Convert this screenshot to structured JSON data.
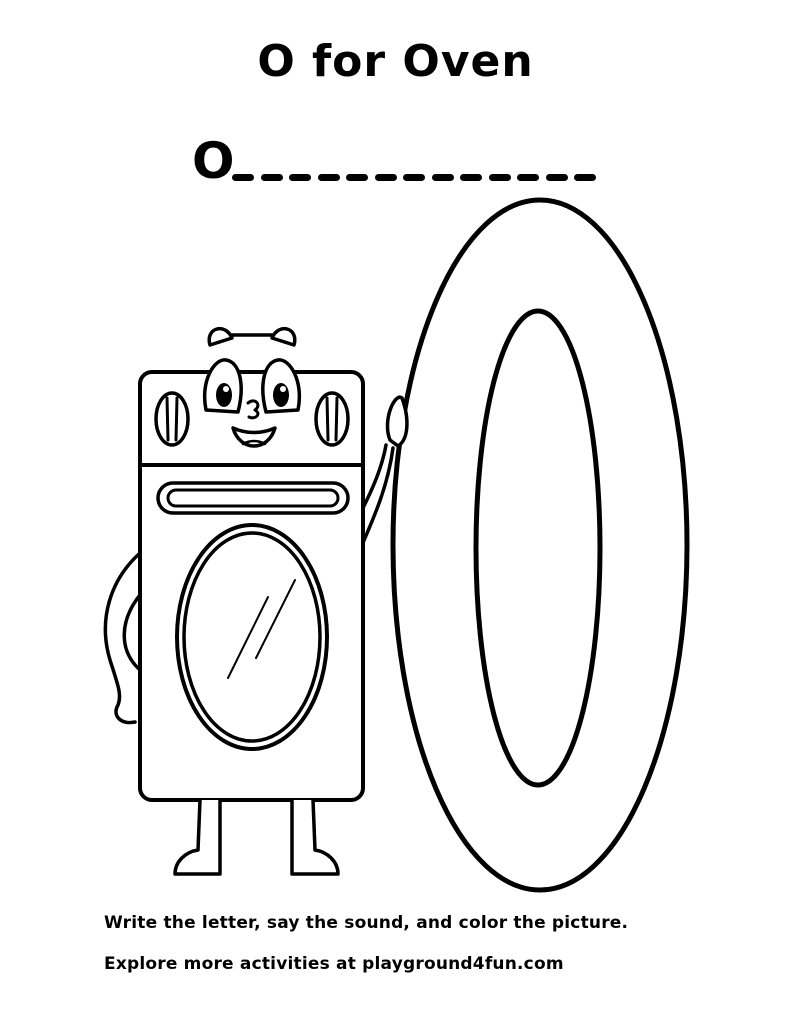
{
  "worksheet": {
    "title": "O for Oven",
    "trace_letter": "O",
    "trace_blank_dashes": 13,
    "big_letter": "O",
    "illustration": "cartoon-oven-character",
    "instructions": [
      "Write the letter, say the sound, and color the picture.",
      "Explore more activities at playground4fun.com"
    ]
  },
  "colors": {
    "ink": "#000000",
    "paper": "#ffffff"
  }
}
